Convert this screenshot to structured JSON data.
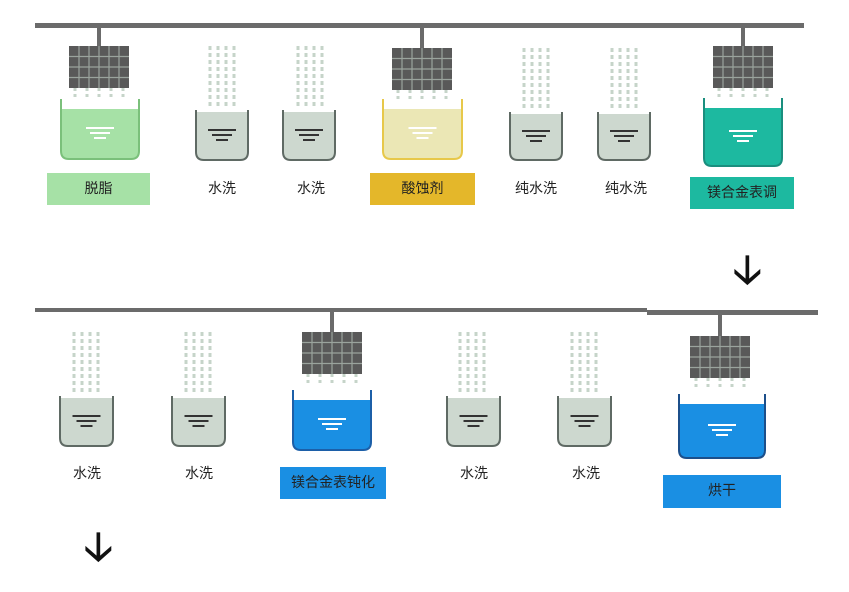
{
  "colors": {
    "rail": "#6b6b6b",
    "rack": "#595959",
    "drip": "#c6d4c9",
    "tank_neutral": "#cdd8cf",
    "tank_neutral_edge": "#5f6a64",
    "degrease_fill": "#a6e1a6",
    "degrease_edge": "#7bc07b",
    "degrease_label": "#a6e1a6",
    "acid_fill": "#ebe7b5",
    "acid_edge": "#e7c84a",
    "acid_label": "#e4b72a",
    "conversion_fill": "#1db9a0",
    "conversion_edge": "#1a8e7e",
    "conversion_label": "#1db9a0",
    "passivation_fill": "#1a8fe3",
    "passivation_edge": "#1c5fa8",
    "passivation_label": "#1a8fe3",
    "dry_fill": "#1a8fe3",
    "dry_edge": "#1c4f8a",
    "dry_label": "#1a8fe3"
  },
  "icons": {
    "flow_arrow": "down-arrow-icon",
    "level_mark": "liquid-level-icon"
  },
  "row1": {
    "steps": [
      {
        "label": "脱脂",
        "style": "degrease",
        "active": true,
        "highlight": true
      },
      {
        "label": "水洗",
        "style": "neutral",
        "active": false,
        "highlight": false
      },
      {
        "label": "水洗",
        "style": "neutral",
        "active": false,
        "highlight": false
      },
      {
        "label": "酸蚀剂",
        "style": "acid",
        "active": true,
        "highlight": true
      },
      {
        "label": "纯水洗",
        "style": "neutral",
        "active": false,
        "highlight": false
      },
      {
        "label": "纯水洗",
        "style": "neutral",
        "active": false,
        "highlight": false
      },
      {
        "label": "镁合金表调",
        "style": "conversion",
        "active": true,
        "highlight": true
      }
    ]
  },
  "row2": {
    "steps": [
      {
        "label": "水洗",
        "style": "neutral",
        "active": false,
        "highlight": false
      },
      {
        "label": "水洗",
        "style": "neutral",
        "active": false,
        "highlight": false
      },
      {
        "label": "镁合金表钝化",
        "style": "passivation",
        "active": true,
        "highlight": true
      },
      {
        "label": "水洗",
        "style": "neutral",
        "active": false,
        "highlight": false
      },
      {
        "label": "水洗",
        "style": "neutral",
        "active": false,
        "highlight": false
      },
      {
        "label": "烘干",
        "style": "dry",
        "active": true,
        "highlight": true
      }
    ]
  }
}
